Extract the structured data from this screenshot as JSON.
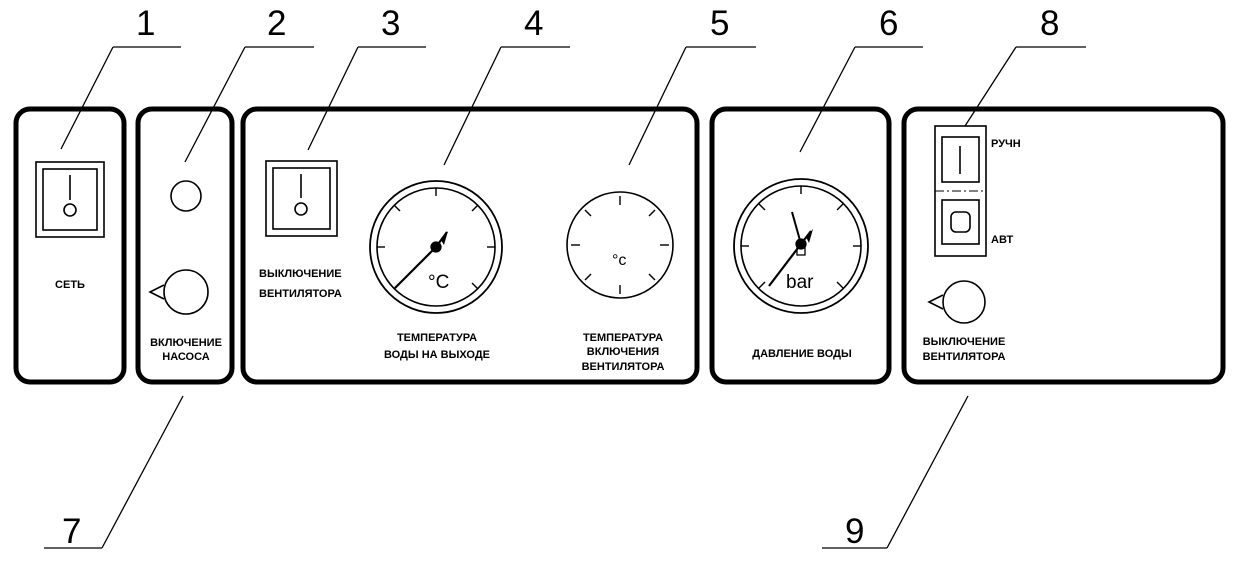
{
  "callouts": {
    "n1": "1",
    "n2": "2",
    "n3": "3",
    "n4": "4",
    "n5": "5",
    "n6": "6",
    "n7": "7",
    "n8": "8",
    "n9": "9"
  },
  "panel1": {
    "label": "СЕТЬ"
  },
  "panel2": {
    "label_line1": "ВКЛЮЧЕНИЕ",
    "label_line2": "НАСОСА"
  },
  "panel3": {
    "fan_off_line1": "ВЫКЛЮЧЕНИЕ",
    "fan_off_line2": "ВЕНТИЛЯТОРА",
    "gauge_unit": "°C",
    "gauge_label_line1": "ТЕМПЕРАТУРА",
    "gauge_label_line2": "ВОДЫ НА ВЫХОДЕ",
    "dial_unit": "°c",
    "dial_label_line1": "ТЕМПЕРАТУРА",
    "dial_label_line2": "ВКЛЮЧЕНИЯ",
    "dial_label_line3": "ВЕНТИЛЯТОРА"
  },
  "panel4": {
    "gauge_unit": "bar",
    "label": "ДАВЛЕНИЕ ВОДЫ"
  },
  "panel5": {
    "manual_label": "РУЧН",
    "auto_label": "АВТ",
    "knob_label_line1": "ВЫКЛЮЧЕНИЕ",
    "knob_label_line2": "ВЕНТИЛЯТОРА"
  }
}
